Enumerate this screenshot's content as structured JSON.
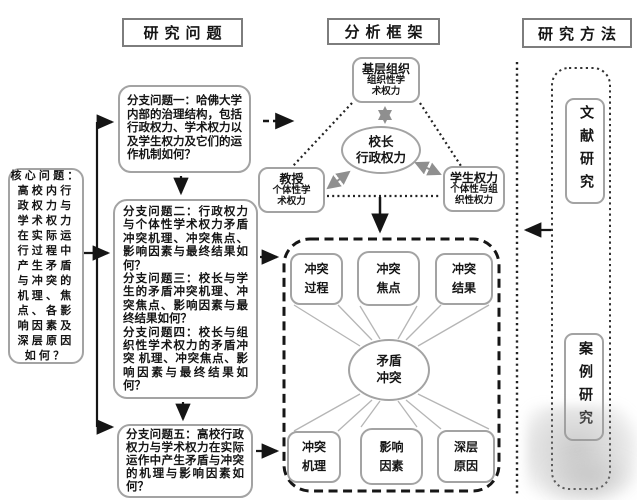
{
  "questions": {
    "header": "研究问题",
    "core": "核心问题：\n高校内行\n政权力与\n学术权力\n在实际运\n行过程中\n产生矛盾\n与冲突的\n机理、焦\n点、各影\n响因素及\n深层原因\n如何？",
    "branch1": "分支问题一：哈佛大学内部的治理结构，包括行政权力、学术权力以及学生权力及它们的运作机制如何？",
    "branch2": "分支问题二：行政权力与个体性学术权力矛盾冲突机理、冲突焦点、影响因素与最终结果如何？",
    "branch3": "分支问题三：校长与学生的矛盾冲突机理、冲突焦点、影响因素与最终结果如何？",
    "branch4": "分支问题四：校长与组织性学术权力的矛盾冲突 机理、冲突焦点、影响因素与最终结果如何？",
    "branch5": "分支问题五：高校行政权力与学术权力在实际运作中产生矛盾与冲突的机理与影响因素如何？"
  },
  "framework": {
    "header": "分析框架",
    "grassroots_title": "基层组织",
    "grassroots_sub": "组织性学\n术权力",
    "president": "校长\n行政权力",
    "professor_title": "教授",
    "professor_sub": "个体性学\n术权力",
    "student_title": "学生权力",
    "student_sub": "个体性与组\n织性权力",
    "process": "冲突\n过程",
    "focus": "冲突\n焦点",
    "result": "冲突\n结果",
    "contradiction": "矛盾\n冲突",
    "mechanism": "冲突\n机理",
    "factor": "影响\n因素",
    "cause": "深层\n原因"
  },
  "methods": {
    "header": "研究方法",
    "literature": "文献研究",
    "case": "案例研究"
  },
  "colors": {
    "text": "#151515",
    "box_border": "#a3a3a3",
    "arrow": "#151515",
    "double_arrow": "#8f8f8f",
    "panel_dash": "#161616",
    "background": "#ffffff"
  }
}
